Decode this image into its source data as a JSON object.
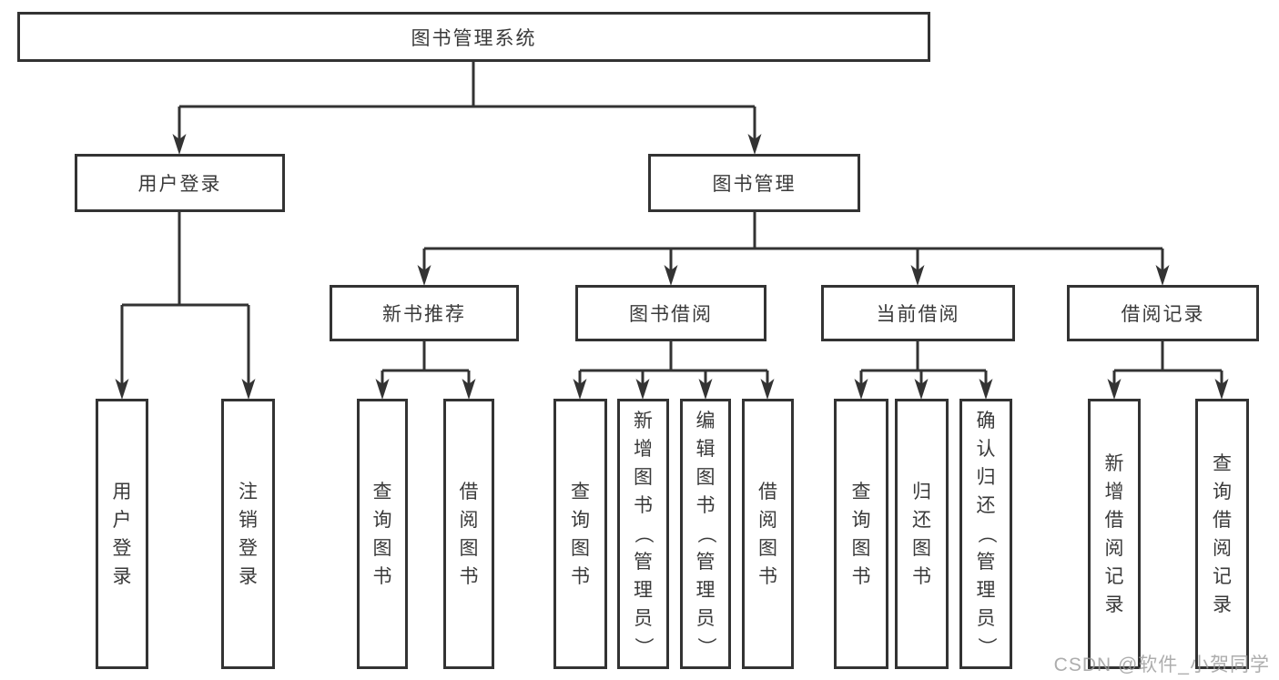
{
  "colors": {
    "line": "#333333",
    "text": "#3a3a3a",
    "box_background": "#ffffff",
    "watermark": "#989898"
  },
  "watermark": "CSDN @软件_小贺同学",
  "tree": {
    "root": {
      "label": "图书管理系统"
    },
    "branches": [
      {
        "label": "用户登录",
        "children": [
          {
            "label": "用户登录"
          },
          {
            "label": "注销登录"
          }
        ]
      },
      {
        "label": "图书管理",
        "sections": [
          {
            "label": "新书推荐",
            "children": [
              {
                "label": "查询图书"
              },
              {
                "label": "借阅图书"
              }
            ]
          },
          {
            "label": "图书借阅",
            "children": [
              {
                "label": "查询图书"
              },
              {
                "label": "新增图书（管理员）"
              },
              {
                "label": "编辑图书（管理员）"
              },
              {
                "label": "借阅图书"
              }
            ]
          },
          {
            "label": "当前借阅",
            "children": [
              {
                "label": "查询图书"
              },
              {
                "label": "归还图书"
              },
              {
                "label": "确认归还（管理员）"
              }
            ]
          },
          {
            "label": "借阅记录",
            "children": [
              {
                "label": "新增借阅记录"
              },
              {
                "label": "查询借阅记录"
              }
            ]
          }
        ]
      }
    ]
  }
}
